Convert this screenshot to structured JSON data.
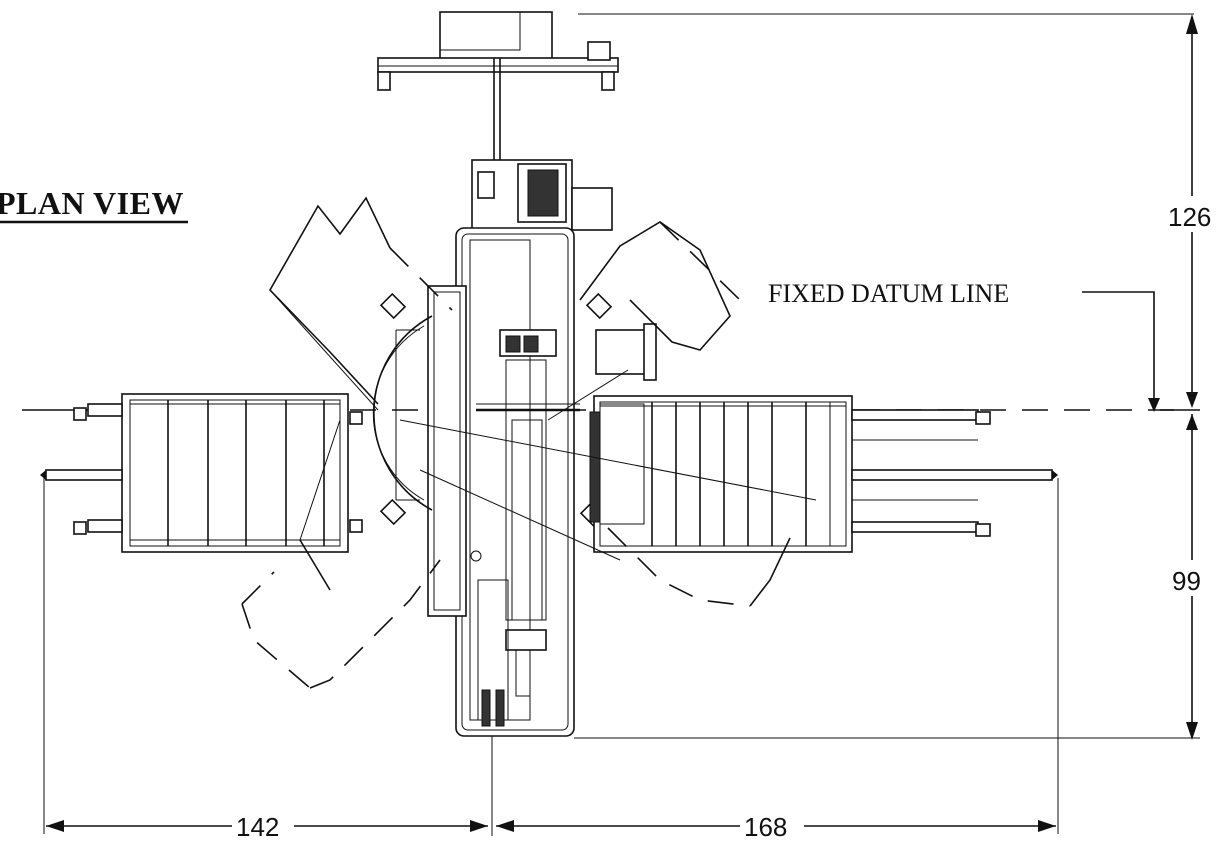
{
  "drawing": {
    "title": "PLAN VIEW",
    "datum_label": "FIXED DATUM LINE",
    "dimensions": {
      "top_right": "126",
      "bottom_right": "99",
      "bottom_left": "142",
      "bottom_right_horizontal": "168"
    }
  }
}
